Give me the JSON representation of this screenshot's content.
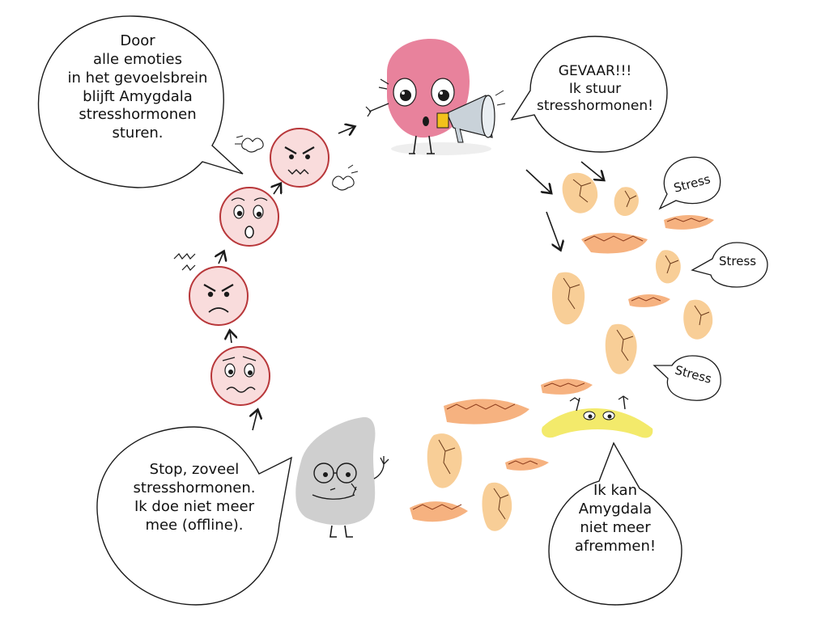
{
  "bubbles": {
    "top": "Door\nalle emoties\nin het gevoelsbrein\nblijft Amygdala\nstresshormonen\nsturen.",
    "alarm": "GEVAAR!!!\nIk stuur\nstresshormonen!",
    "stop": "Stop, zoveel\nstresshormonen.\nIk doe niet meer\nmee (offline).",
    "afremmen": "Ik kan\nAmygdala\nniet meer\nafremmen!"
  },
  "stress_labels": [
    "Stress",
    "Stress",
    "Stress"
  ],
  "colors": {
    "emotion_circle_fill": "#f9dcdc",
    "emotion_circle_stroke": "#b8373a",
    "amygdala": "#e8829c",
    "hormone_orange": "#f5a46a",
    "hormone_yellow": "#f7c98c",
    "yellow_blob": "#f3ea6b",
    "grey_blob": "#cfcfcf",
    "ink": "#1a1a1a"
  },
  "icons": [
    "megaphone-icon",
    "steam-puff-icon",
    "zigzag-lines-icon"
  ]
}
